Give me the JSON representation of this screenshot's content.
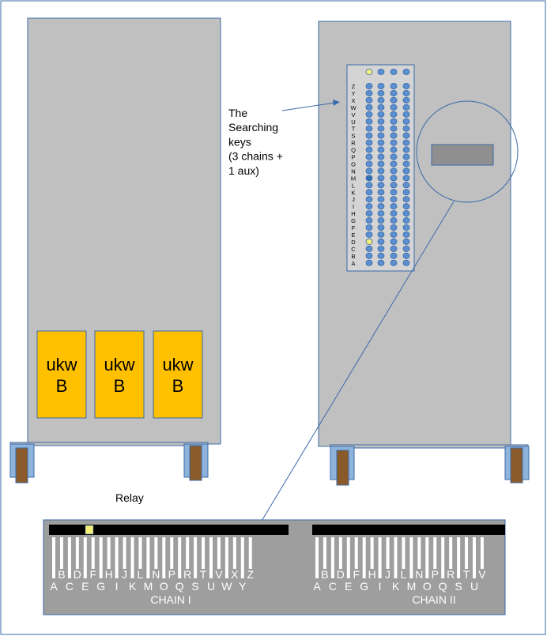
{
  "ukw_label_line1": "ukw",
  "ukw_label_line2": "B",
  "ukw_units": [
    {
      "line1": "ukw",
      "line2": "B"
    },
    {
      "line1": "ukw",
      "line2": "B"
    },
    {
      "line1": "ukw",
      "line2": "B"
    }
  ],
  "annotation": {
    "lines": [
      "The",
      "Searching",
      "keys",
      "(3 chains +",
      "1 aux)"
    ]
  },
  "key_panel": {
    "letters_top_to_bottom": [
      "Z",
      "Y",
      "X",
      "W",
      "V",
      "U",
      "T",
      "S",
      "R",
      "Q",
      "P",
      "O",
      "N",
      "M",
      "L",
      "K",
      "J",
      "I",
      "H",
      "G",
      "F",
      "E",
      "D",
      "C",
      "B",
      "A"
    ],
    "columns": 4,
    "highlighted": [
      {
        "row_letter": "top-aux",
        "column": 1,
        "color": "#f2f07a"
      },
      {
        "row_letter": "M",
        "column": 1,
        "color": "#2f6fb3"
      },
      {
        "row_letter": "D",
        "column": 1,
        "color": "#f2f07a"
      }
    ]
  },
  "relay": {
    "label": "Relay",
    "chains": [
      {
        "name": "CHAIN  I",
        "upper_letters": [
          "B",
          "D",
          "F",
          "H",
          "J",
          "L",
          "N",
          "P",
          "R",
          "T",
          "V",
          "X",
          "Z"
        ],
        "lower_letters": [
          "A",
          "C",
          "E",
          "G",
          "I",
          "K",
          "M",
          "O",
          "Q",
          "S",
          "U",
          "W",
          "Y"
        ],
        "active_indicator_color": "#f2f07a"
      },
      {
        "name": "CHAIN  II",
        "upper_letters": [
          "B",
          "D",
          "F",
          "H",
          "J",
          "L",
          "N",
          "P",
          "R",
          "T",
          "V"
        ],
        "lower_letters": [
          "A",
          "C",
          "E",
          "G",
          "I",
          "K",
          "M",
          "O",
          "Q",
          "S",
          "U"
        ]
      }
    ]
  },
  "colors": {
    "cabinet_fill": "#c0c0c0",
    "cabinet_stroke": "#3b6aa8",
    "ukw_fill": "#ffc000",
    "foot_fill": "#8b5a2b",
    "foot_base": "#8fb4dc",
    "key_fill": "#5b8fd0",
    "relay_fill": "#9e9e9e",
    "bar_fill": "#000000"
  }
}
